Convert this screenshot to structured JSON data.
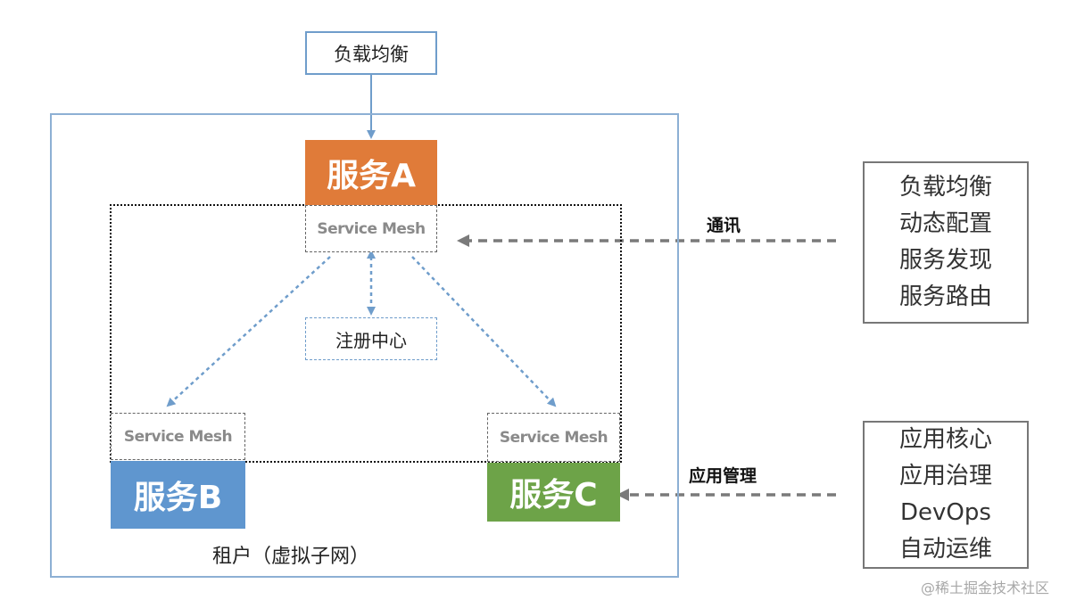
{
  "load_balancer_top": "负载均衡",
  "tenant_label": "租户（虚拟子网）",
  "services": {
    "a": "服务A",
    "b": "服务B",
    "c": "服务C"
  },
  "service_mesh_label": "Service Mesh",
  "registry_label": "注册中心",
  "communication": {
    "label": "通讯",
    "items": [
      "负载均衡",
      "动态配置",
      "服务发现",
      "服务路由"
    ]
  },
  "app_management": {
    "label": "应用管理",
    "items": [
      "应用核心",
      "应用治理",
      "DevOps",
      "自动运维"
    ]
  },
  "watermark": "@稀土掘金技术社区",
  "colors": {
    "service_a": "#e07b39",
    "service_b": "#5f96cf",
    "service_c": "#6da348",
    "arrow_blue": "#6f9dcb",
    "arrow_gray": "#7a7a7a"
  }
}
